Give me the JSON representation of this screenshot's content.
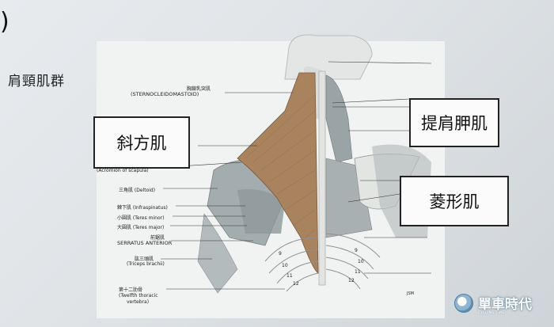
{
  "heading": {
    "paren": ")",
    "section_title": "肩頸肌群"
  },
  "callouts": {
    "trapezius": "斜方肌",
    "levator_scapulae": "提肩胛肌",
    "rhomboid": "菱形肌"
  },
  "figure_labels": {
    "sternocleidomastoid_zh": "胸鎖乳突肌",
    "sternocleidomastoid_en": "(STERNOCLEIDOMASTOID)",
    "acromion_en": "(Acromion of scapula)",
    "deltoid": "三角肌 (Deltoid)",
    "infraspinatus": "棘下肌 (Infraspinatus)",
    "teres_minor": "小圓肌 (Teres minor)",
    "teres_major": "大圓肌 (Teres major)",
    "serratus_zh": "前鋸肌",
    "serratus_en": "SERRATUS ANTERIOR",
    "triceps_zh": "肱三頭肌",
    "triceps_en": "(Triceps brachii)",
    "rib_zh": "第十二肋骨",
    "rib_en_1": "(Twelfth thoracic",
    "rib_en_2": "vertebra)",
    "rib_numbers": [
      "9",
      "10",
      "11",
      "12",
      "9",
      "10",
      "11",
      "12"
    ],
    "artist_mark": "JSM"
  },
  "watermark": {
    "name": "單車時代",
    "sub": "CYCLING TIME"
  },
  "colors": {
    "trapezius": "#a9825e",
    "muscle_gray": "#9fa8aa",
    "bone": "#e6e7e4",
    "line": "#333333"
  }
}
